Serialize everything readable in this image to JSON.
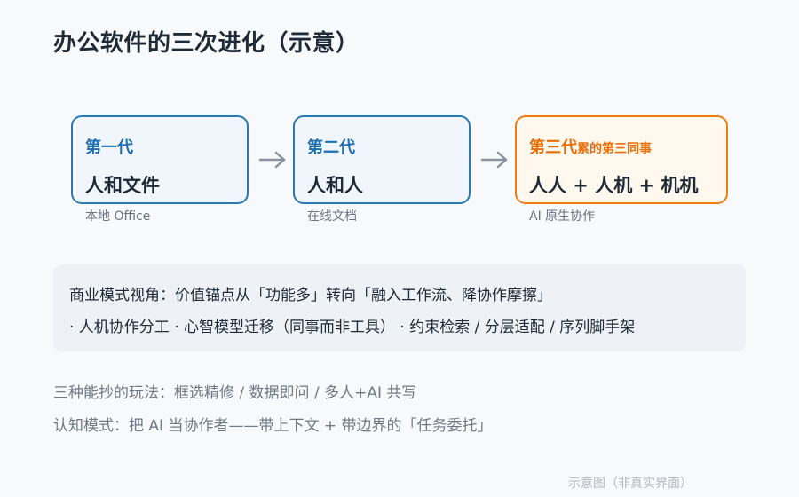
{
  "title": "办公软件的三次进化（示意）",
  "generations": [
    {
      "name": "第一代",
      "name_suffix": "",
      "relation": "人和文件",
      "caption": "本地 Office",
      "accent": "#2a79b3"
    },
    {
      "name": "第二代",
      "name_suffix": "",
      "relation": "人和人",
      "caption": "在线文档",
      "accent": "#2a79b3"
    },
    {
      "name": "第三代",
      "name_suffix": "累的第三同事",
      "relation": "人人 + 人机 + 机机",
      "caption": "AI 原生协作",
      "accent": "#ee7d12"
    }
  ],
  "insight": {
    "line1": "商业模式视角：价值锚点从「功能多」转向「融入工作流、降协作摩擦」",
    "line2": "· 人机协作分工 · 心智模型迁移（同事而非工具） · 约束检索 / 分层适配 / 序列脚手架"
  },
  "notes": {
    "line1": "三种能抄的玩法：框选精修 / 数据即问 / 多人+AI 共写",
    "line2": "认知模式：把 AI 当协作者——带上下文 + 带边界的「任务委托」"
  },
  "footer": "示意图（非真实界面）"
}
